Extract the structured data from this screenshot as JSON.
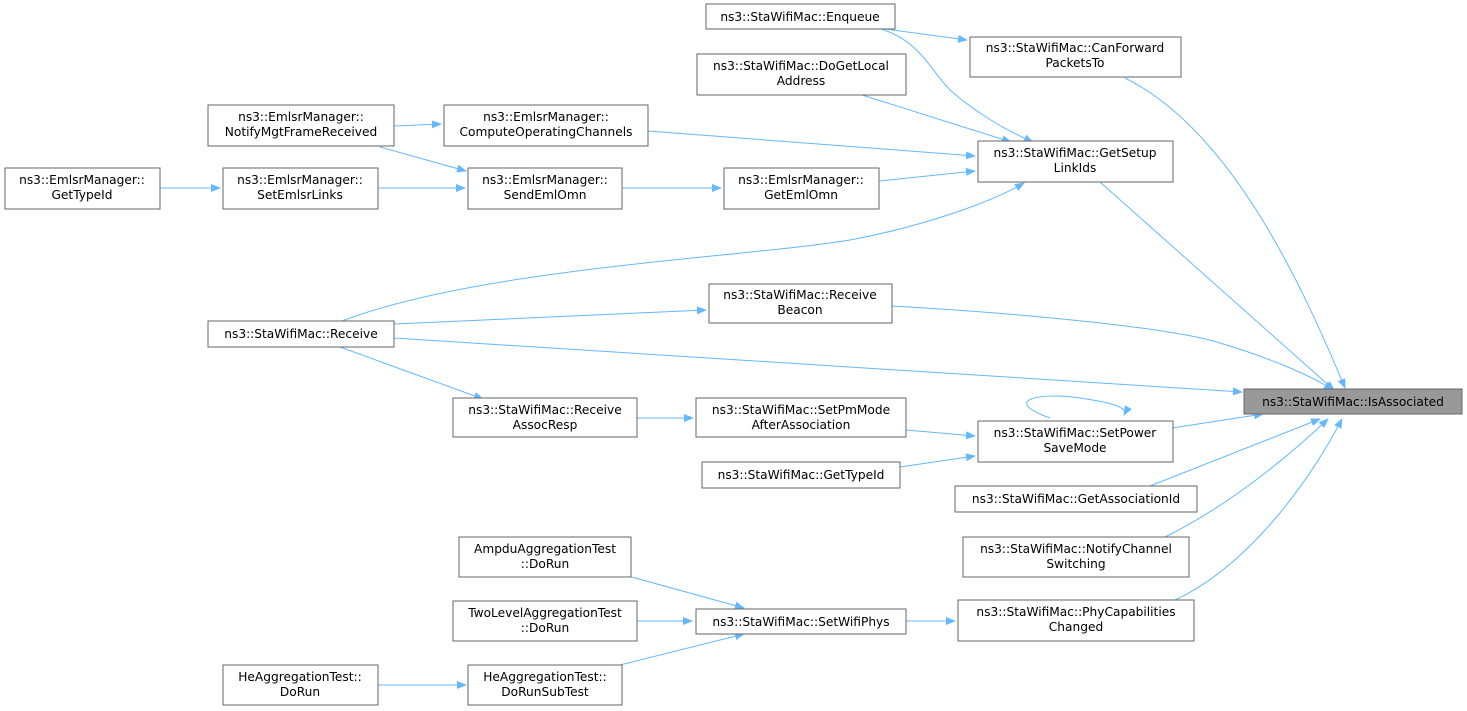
{
  "colors": {
    "edge": "#63b8ff",
    "node_border": "#666666",
    "focus_fill": "#999999"
  },
  "nodes": {
    "isAssociated": [
      "ns3::StaWifiMac::IsAssociated"
    ],
    "enqueue": [
      "ns3::StaWifiMac::Enqueue"
    ],
    "canForward": [
      "ns3::StaWifiMac::CanForward",
      "PacketsTo"
    ],
    "doGetLocal": [
      "ns3::StaWifiMac::DoGetLocal",
      "Address"
    ],
    "getSetupLinkIds": [
      "ns3::StaWifiMac::GetSetup",
      "LinkIds"
    ],
    "notifyMgt": [
      "ns3::EmlsrManager::",
      "NotifyMgtFrameReceived"
    ],
    "computeOp": [
      "ns3::EmlsrManager::",
      "ComputeOperatingChannels"
    ],
    "getTypeIdEmlsr": [
      "ns3::EmlsrManager::",
      "GetTypeId"
    ],
    "setEmlsrLinks": [
      "ns3::EmlsrManager::",
      "SetEmlsrLinks"
    ],
    "sendEmlOmn": [
      "ns3::EmlsrManager::",
      "SendEmlOmn"
    ],
    "getEmlOmn": [
      "ns3::EmlsrManager::",
      "GetEmlOmn"
    ],
    "receive": [
      "ns3::StaWifiMac::Receive"
    ],
    "receiveBeacon": [
      "ns3::StaWifiMac::Receive",
      "Beacon"
    ],
    "receiveAssoc": [
      "ns3::StaWifiMac::Receive",
      "AssocResp"
    ],
    "setPmMode": [
      "ns3::StaWifiMac::SetPmMode",
      "AfterAssociation"
    ],
    "setPowerSave": [
      "ns3::StaWifiMac::SetPower",
      "SaveMode"
    ],
    "getTypeIdSta": [
      "ns3::StaWifiMac::GetTypeId"
    ],
    "getAssocId": [
      "ns3::StaWifiMac::GetAssociationId"
    ],
    "notifyChannel": [
      "ns3::StaWifiMac::NotifyChannel",
      "Switching"
    ],
    "ampdu": [
      "AmpduAggregationTest",
      "::DoRun"
    ],
    "twoLevel": [
      "TwoLevelAggregationTest",
      "::DoRun"
    ],
    "heDoRun": [
      "HeAggregationTest::",
      "DoRun"
    ],
    "heSubTest": [
      "HeAggregationTest::",
      "DoRunSubTest"
    ],
    "setWifiPhys": [
      "ns3::StaWifiMac::SetWifiPhys"
    ],
    "phyCap": [
      "ns3::StaWifiMac::PhyCapabilities",
      "Changed"
    ]
  }
}
